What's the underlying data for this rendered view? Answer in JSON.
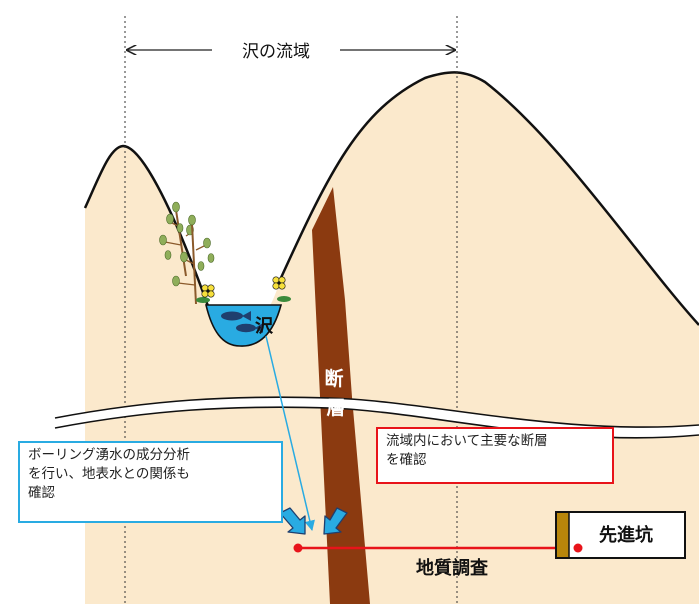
{
  "title": "沢の流域",
  "labels": {
    "stream": "沢",
    "fault": [
      "断",
      "層"
    ],
    "tunnel": "先進坑",
    "survey": "地質調査"
  },
  "callouts": {
    "boring": [
      "ボーリング湧水の成分分析",
      "を行い、地表水との関係も",
      "確認"
    ],
    "fault_check": [
      "流域内において主要な断層",
      "を確認"
    ]
  },
  "colors": {
    "ground": "#fbe9cc",
    "fault": "#8b3a10",
    "water": "#29abe2",
    "survey_line": "#e8141a",
    "callout_blue": "#29abe2",
    "callout_red": "#e8141a"
  },
  "icons": [
    "tree-icon",
    "flower-icon",
    "fish-icon",
    "arrow-icon"
  ]
}
